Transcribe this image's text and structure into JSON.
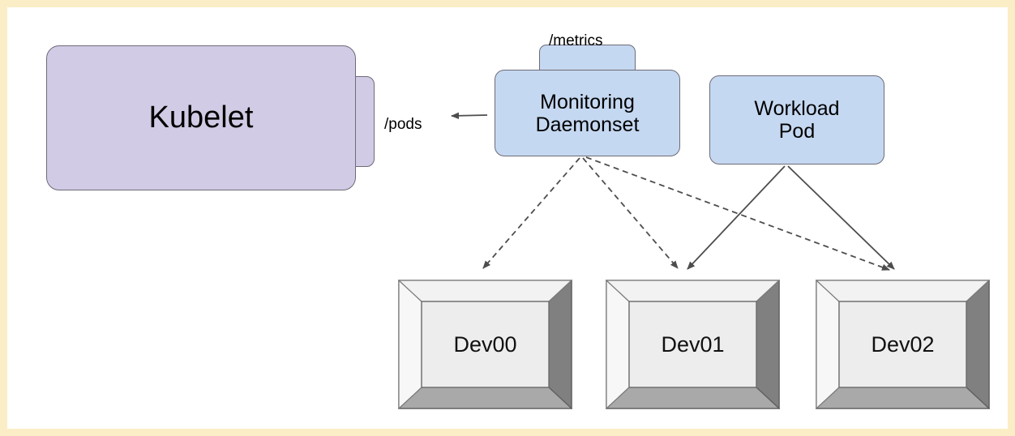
{
  "diagram": {
    "title": "Kubernetes node metrics collection diagram",
    "frame_color": "#fbeec6",
    "background": "#ffffff",
    "palette": {
      "purple_fill": "#d2cbe5",
      "blue_fill": "#c5d8f1",
      "stroke": "#6e6b78",
      "device_face": "#eeeeee",
      "device_bevel_light": "#f4f4f4",
      "device_bevel_dark": "#808080",
      "device_bevel_mid": "#a9a9a9",
      "edge_color": "#4d4d4d"
    },
    "nodes": {
      "kubelet": {
        "label": "Kubelet",
        "shape": "rounded-rect-with-right-tab",
        "fill": "#d2cbe5"
      },
      "monitoring_daemonset": {
        "label": "Monitoring\nDaemonset",
        "shape": "rounded-rect-with-top-tab",
        "fill": "#c5d8f1"
      },
      "workload_pod": {
        "label": "Workload\nPod",
        "shape": "rounded-rect",
        "fill": "#c5d8f1"
      },
      "devices": [
        {
          "label": "Dev00"
        },
        {
          "label": "Dev01"
        },
        {
          "label": "Dev02"
        }
      ]
    },
    "edge_labels": {
      "pods": "/pods",
      "metrics": "/metrics"
    },
    "edges": [
      {
        "from": "monitoring_daemonset",
        "to": "kubelet",
        "style": "solid",
        "label": "/pods"
      },
      {
        "from": "monitoring_daemonset",
        "to": "Dev00",
        "style": "dashed"
      },
      {
        "from": "monitoring_daemonset",
        "to": "Dev01",
        "style": "dashed"
      },
      {
        "from": "monitoring_daemonset",
        "to": "Dev02",
        "style": "dashed"
      },
      {
        "from": "workload_pod",
        "to": "Dev01",
        "style": "solid"
      },
      {
        "from": "workload_pod",
        "to": "Dev02",
        "style": "solid"
      }
    ]
  }
}
